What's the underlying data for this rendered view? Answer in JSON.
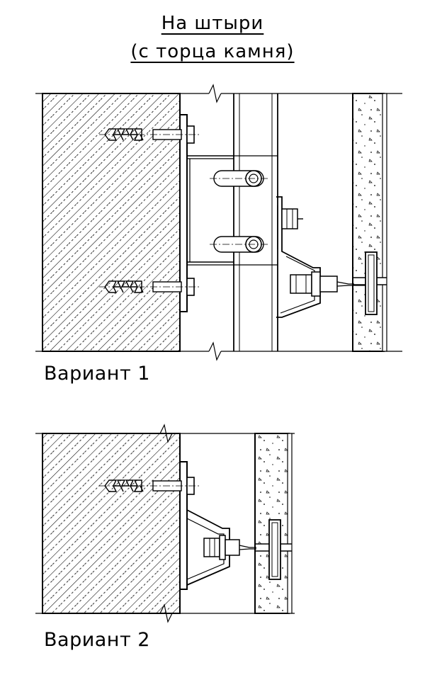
{
  "title": {
    "line1": "На штыри",
    "line2": "(с торца камня)"
  },
  "variants": [
    {
      "label": "Вариант 1"
    },
    {
      "label": "Вариант 2"
    }
  ]
}
